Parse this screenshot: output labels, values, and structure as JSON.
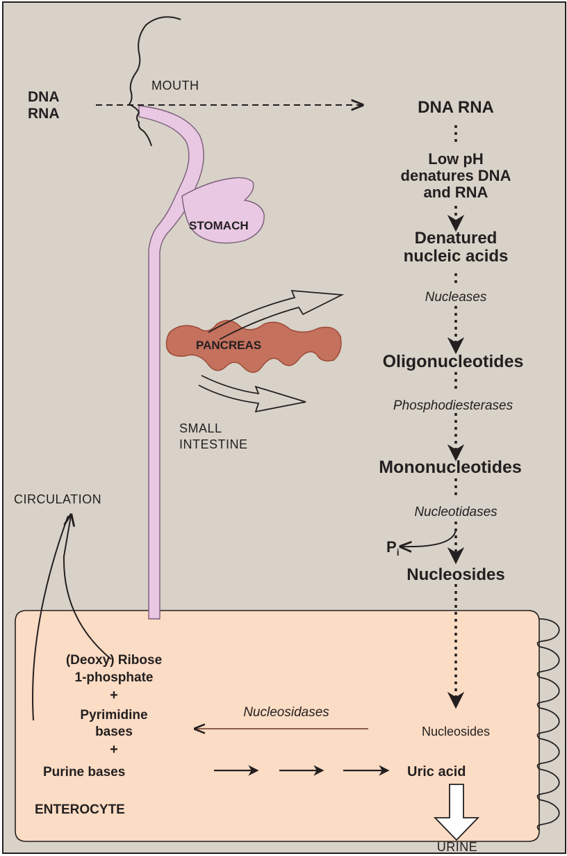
{
  "colors": {
    "background": "#d8d2c8",
    "enterocyte": "#fbdcc4",
    "digestive_tract": "#e8c8e3",
    "digestive_tract_outline": "#7a5c78",
    "pancreas": "#c4715d",
    "pancreas_dark": "#9c4a38",
    "ink": "#231f20",
    "urine_arrow_fill": "#ffffff"
  },
  "icons": {
    "face_profile": "face-profile-icon",
    "urine_arrow": "hollow-down-arrow-icon",
    "villi": "microvilli-border-icon"
  },
  "organs": {
    "mouth": "MOUTH",
    "stomach": "STOMACH",
    "pancreas": "PANCREAS",
    "small_intestine": [
      "SMALL",
      "INTESTINE"
    ],
    "circulation": "CIRCULATION",
    "urine": "URINE",
    "enterocyte": "ENTEROCYTE"
  },
  "input": [
    "DNA",
    "RNA"
  ],
  "pathway": {
    "dna_rna": "DNA RNA",
    "low_ph": [
      "Low pH",
      "denatures DNA",
      "and RNA"
    ],
    "denatured": [
      "Denatured",
      "nucleic acids"
    ],
    "nucleases": "Nucleases",
    "oligonucleotides": "Oligonucleotides",
    "phosphodiesterases": "Phosphodiesterases",
    "mononucleotides": "Mononucleotides",
    "nucleotidases": "Nucleotidases",
    "pi_base": "P",
    "pi_sub": "i",
    "nucleosides_out": "Nucleosides"
  },
  "enterocyte_contents": {
    "nucleosides_in": "Nucleosides",
    "nucleosidases": "Nucleosidases",
    "deoxy_ribose": [
      "(Deoxy) Ribose",
      "1-phosphate"
    ],
    "plus1": "+",
    "pyrimidine": [
      "Pyrimidine",
      "bases"
    ],
    "plus2": "+",
    "purine": "Purine bases",
    "uric_acid": "Uric acid"
  }
}
